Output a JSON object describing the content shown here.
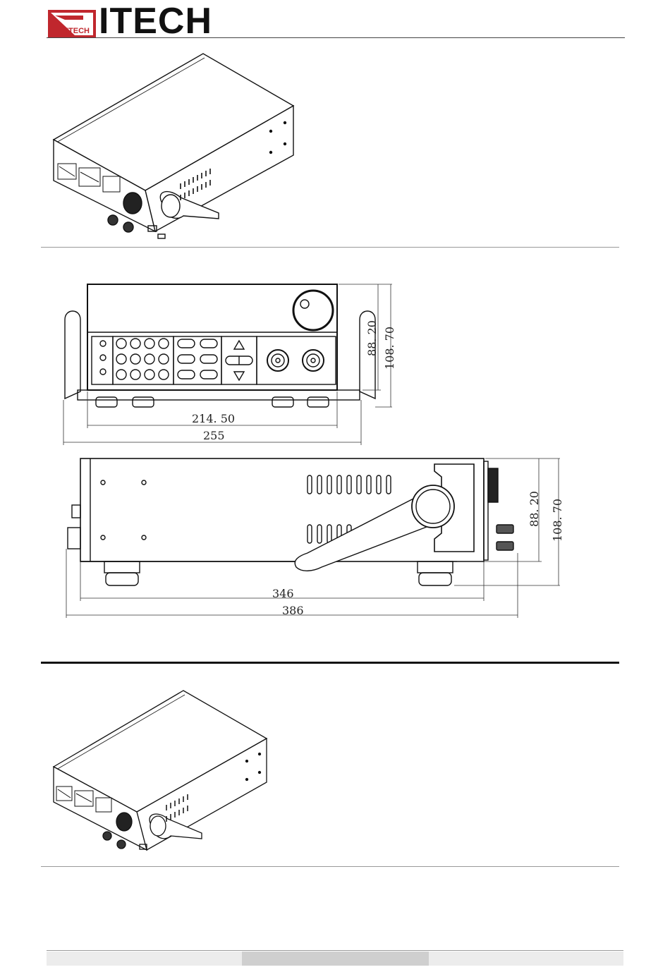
{
  "header": {
    "logo_text": "ITECH",
    "logo_mark_text": "ITECH",
    "brand_color": "#c0272d"
  },
  "front_view": {
    "dims": {
      "inner_width": "214. 50",
      "outer_width": "255",
      "inner_height": "88. 20",
      "outer_height": "108. 70"
    }
  },
  "side_view": {
    "dims": {
      "inner_length": "346",
      "outer_length": "386",
      "inner_height": "88. 20",
      "outer_height": "108. 70"
    }
  }
}
